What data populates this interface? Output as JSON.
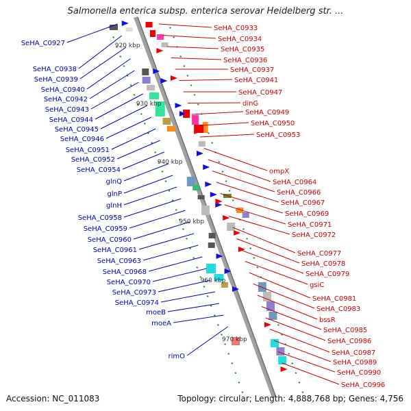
{
  "title": "Salmonella enterica subsp. enterica serovar Heidelberg str. ...",
  "accession": "Accession: NC_011083",
  "summary": "Topology: circular; Length: 4,888,768 bp; Genes: 4,756",
  "colors": {
    "left_label": "#0000bb",
    "right_label": "#cc0000",
    "backbone": "#9a9a9a",
    "tick": "#1a8a1a"
  },
  "kbp_labels": [
    "920 kbp",
    "930 kbp",
    "940 kbp",
    "950 kbp",
    "960 kbp",
    "970 kbp"
  ],
  "left_genes": [
    "SeHA_C0927",
    "SeHA_C0938",
    "SeHA_C0939",
    "SeHA_C0940",
    "SeHA_C0942",
    "SeHA_C0943",
    "SeHA_C0944",
    "SeHA_C0945",
    "SeHA_C0946",
    "SeHA_C0951",
    "SeHA_C0952",
    "SeHA_C0954",
    "glnQ",
    "glnP",
    "glnH",
    "SeHA_C0958",
    "SeHA_C0959",
    "SeHA_C0960",
    "SeHA_C0961",
    "SeHA_C0963",
    "SeHA_C0968",
    "SeHA_C0970",
    "SeHA_C0973",
    "SeHA_C0974",
    "moeB",
    "moeA",
    "rimO"
  ],
  "right_genes": [
    "SeHA_C0933",
    "SeHA_C0934",
    "SeHA_C0935",
    "SeHA_C0936",
    "SeHA_C0937",
    "SeHA_C0941",
    "SeHA_C0947",
    "dinG",
    "SeHA_C0949",
    "SeHA_C0950",
    "SeHA_C0953",
    "ompX",
    "SeHA_C0964",
    "SeHA_C0966",
    "SeHA_C0967",
    "SeHA_C0969",
    "SeHA_C0971",
    "SeHA_C0972",
    "SeHA_C0977",
    "SeHA_C0978",
    "SeHA_C0979",
    "gsiC",
    "SeHA_C0981",
    "SeHA_C0983",
    "bssR",
    "SeHA_C0985",
    "SeHA_C0986",
    "SeHA_C0987",
    "SeHA_C0989",
    "SeHA_C0990",
    "SeHA_C0996"
  ]
}
